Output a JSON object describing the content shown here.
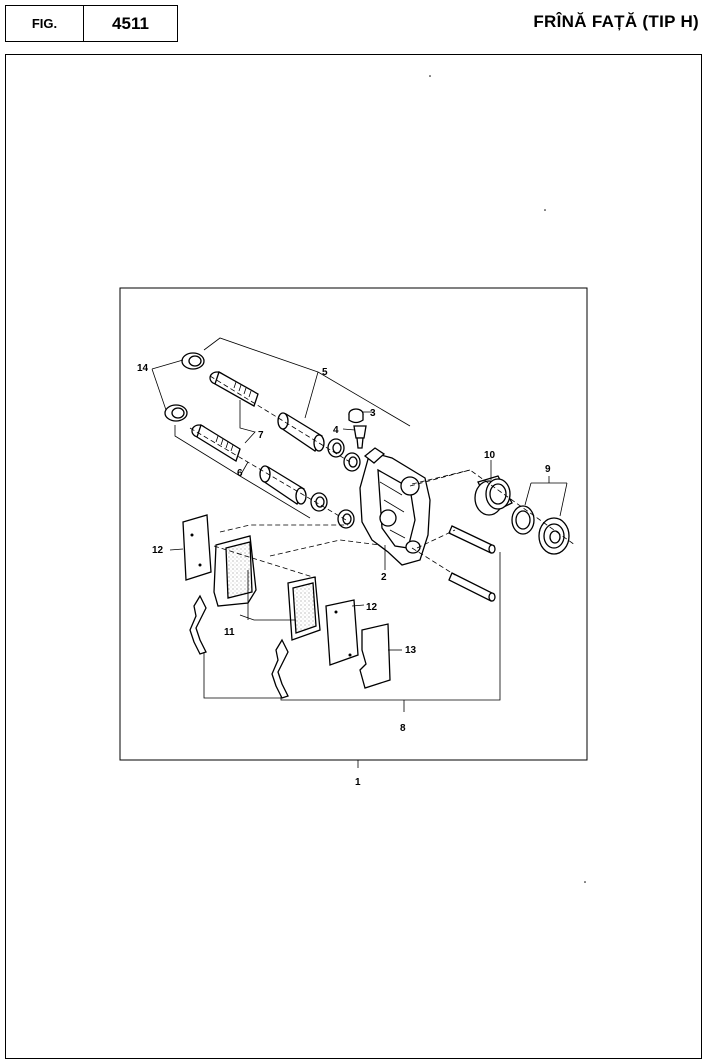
{
  "header": {
    "fig_label": "FIG.",
    "fig_number": "4511",
    "title": "FRÎNĂ FAȚĂ (TIP H)"
  },
  "callouts": {
    "c1": "1",
    "c2": "2",
    "c3": "3",
    "c4": "4",
    "c5": "5",
    "c6": "6",
    "c7": "7",
    "c8": "8",
    "c9": "9",
    "c10": "10",
    "c11": "11",
    "c12a": "12",
    "c12b": "12",
    "c13": "13",
    "c14": "14"
  }
}
